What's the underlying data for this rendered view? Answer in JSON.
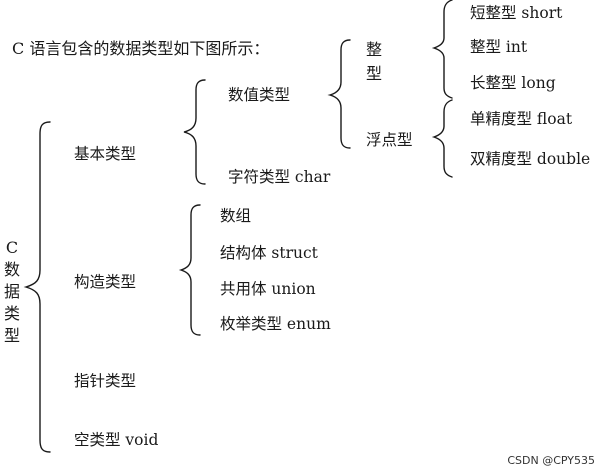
{
  "intro": "C 语言包含的数据类型如下图所示：",
  "root": [
    "C",
    "数",
    "据",
    "类",
    "型"
  ],
  "level1": {
    "basic": "基本类型",
    "construct": "构造类型",
    "pointer": "指针类型",
    "void": "空类型 void"
  },
  "basic": {
    "numeric": "数值类型",
    "char": "字符类型 char"
  },
  "numeric": {
    "integer": [
      "整",
      "型"
    ],
    "float": "浮点型"
  },
  "integer": {
    "short": "短整型 short",
    "int": "整型 int",
    "long": "长整型 long"
  },
  "float": {
    "single": "单精度型 float",
    "double": "双精度型 double"
  },
  "construct": {
    "array": "数组",
    "struct": "结构体 struct",
    "union": "共用体 union",
    "enum": "枚举类型 enum"
  },
  "watermark": "CSDN @CPY535"
}
